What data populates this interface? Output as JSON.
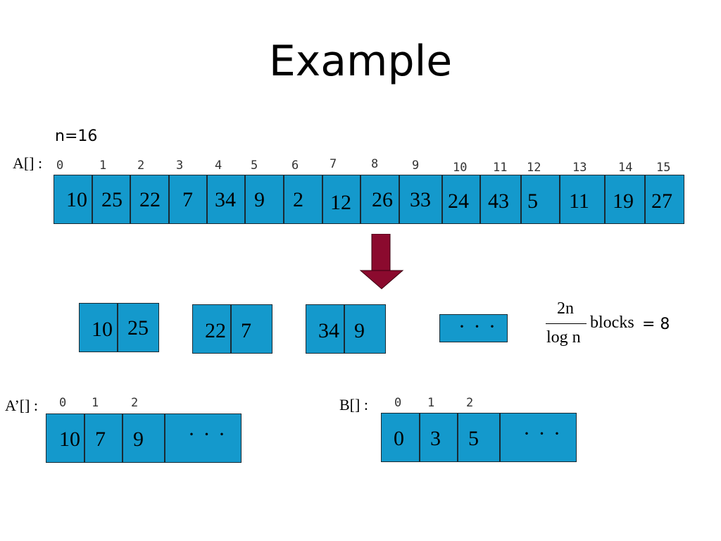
{
  "title": "Example",
  "n_label": "n=16",
  "a_label": "A[] :",
  "a_indices": [
    "0",
    "1",
    "2",
    "3",
    "4",
    "5",
    "6",
    "7",
    "8",
    "9",
    "10",
    "11",
    "12",
    "13",
    "14",
    "15"
  ],
  "a_values": [
    "10",
    "25",
    "22",
    "7",
    "34",
    "9",
    "2",
    "12",
    "26",
    "33",
    "24",
    "43",
    "5",
    "11",
    "19",
    "27"
  ],
  "blocks": [
    [
      "10",
      "25"
    ],
    [
      "22",
      "7"
    ],
    [
      "34",
      "9"
    ]
  ],
  "ellipsis": "· · ·",
  "formula": {
    "numerator": "2n",
    "denominator": "log n",
    "word": "blocks",
    "result": "= 8"
  },
  "aprime_label": "A’[] :",
  "aprime_indices": [
    "0",
    "1",
    "2"
  ],
  "aprime_values": [
    "10",
    "7",
    "9"
  ],
  "b_label": "B[] :",
  "b_indices": [
    "0",
    "1",
    "2"
  ],
  "b_values": [
    "0",
    "3",
    "5"
  ],
  "colors": {
    "cell": "#1499cc",
    "arrow": "#8b0a2e"
  }
}
